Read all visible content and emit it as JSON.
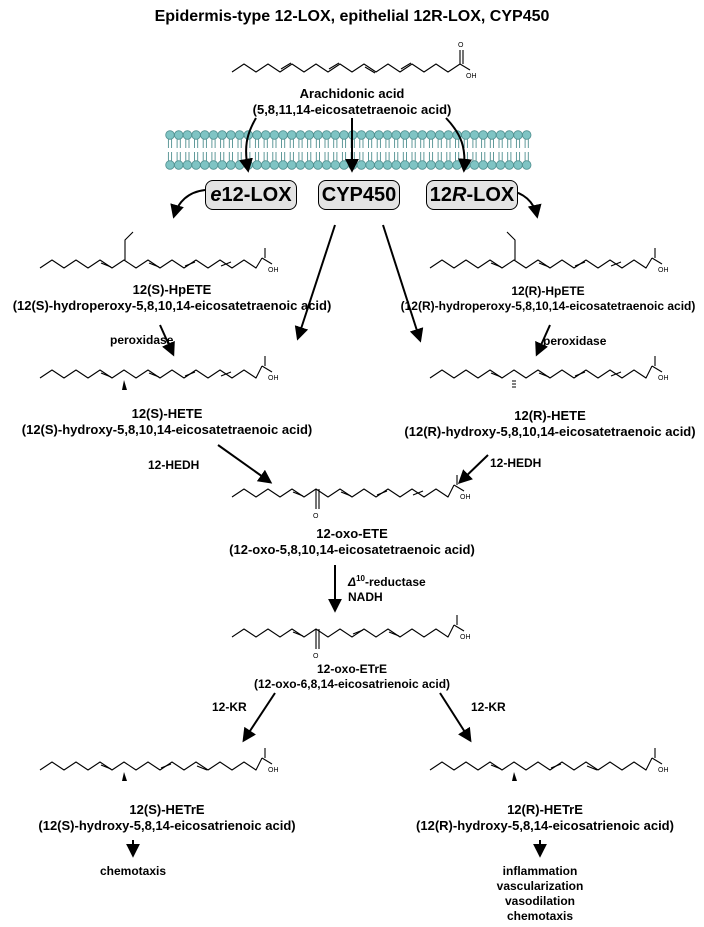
{
  "title": "Epidermis-type 12-LOX, epithelial 12R-LOX, CYP450",
  "enzymes": {
    "e12lox": {
      "prefix": "e",
      "rest": "12-LOX"
    },
    "cyp450": "CYP450",
    "r12lox": {
      "pre": "12",
      "italic": "R",
      "post": "-LOX"
    }
  },
  "compounds": {
    "arachidonic": {
      "name": "Arachidonic acid",
      "full": "(5,8,11,14-eicosatetraenoic acid)",
      "oh": "OH",
      "o": "O"
    },
    "hpete_s": {
      "name": "12(S)-HpETE",
      "full": "(12(S)-hydroperoxy-5,8,10,14-eicosatetraenoic acid)",
      "oh": "OH"
    },
    "hpete_r": {
      "name": "12(R)-HpETE",
      "full": "(12(R)-hydroperoxy-5,8,10,14-eicosatetraenoic acid)",
      "oh": "OH"
    },
    "hete_s": {
      "name": "12(S)-HETE",
      "full": "(12(S)-hydroxy-5,8,10,14-eicosatetraenoic acid)",
      "oh": "OH"
    },
    "hete_r": {
      "name": "12(R)-HETE",
      "full": "(12(R)-hydroxy-5,8,10,14-eicosatetraenoic acid)",
      "oh": "OH"
    },
    "oxo_ete": {
      "name": "12-oxo-ETE",
      "full": "(12-oxo-5,8,10,14-eicosatetraenoic acid)",
      "oh": "OH",
      "o": "O"
    },
    "oxo_etre": {
      "name": "12-oxo-ETrE",
      "full": "(12-oxo-6,8,14-eicosatrienoic acid)",
      "oh": "OH",
      "o": "O"
    },
    "hetre_s": {
      "name": "12(S)-HETrE",
      "full": "(12(S)-hydroxy-5,8,14-eicosatrienoic acid)",
      "oh": "OH"
    },
    "hetre_r": {
      "name": "12(R)-HETrE",
      "full": "(12(R)-hydroxy-5,8,14-eicosatrienoic acid)",
      "oh": "OH"
    }
  },
  "reactions": {
    "peroxidase_left": "peroxidase",
    "peroxidase_right": "peroxidase",
    "hedh_left": "12-HEDH",
    "hedh_right": "12-HEDH",
    "reductase_symbol": "Δ",
    "reductase_sup": "10",
    "reductase_rest": "-reductase",
    "cofactor": "NADH",
    "kr_left": "12-KR",
    "kr_right": "12-KR"
  },
  "outcomes": {
    "left": [
      "chemotaxis"
    ],
    "right": [
      "inflammation",
      "vascularization",
      "vasodilation",
      "chemotaxis"
    ]
  },
  "colors": {
    "membrane_head": "#7fc4c4",
    "membrane_stroke": "#4f8f8f",
    "box_fill": "#e3e3e3"
  }
}
